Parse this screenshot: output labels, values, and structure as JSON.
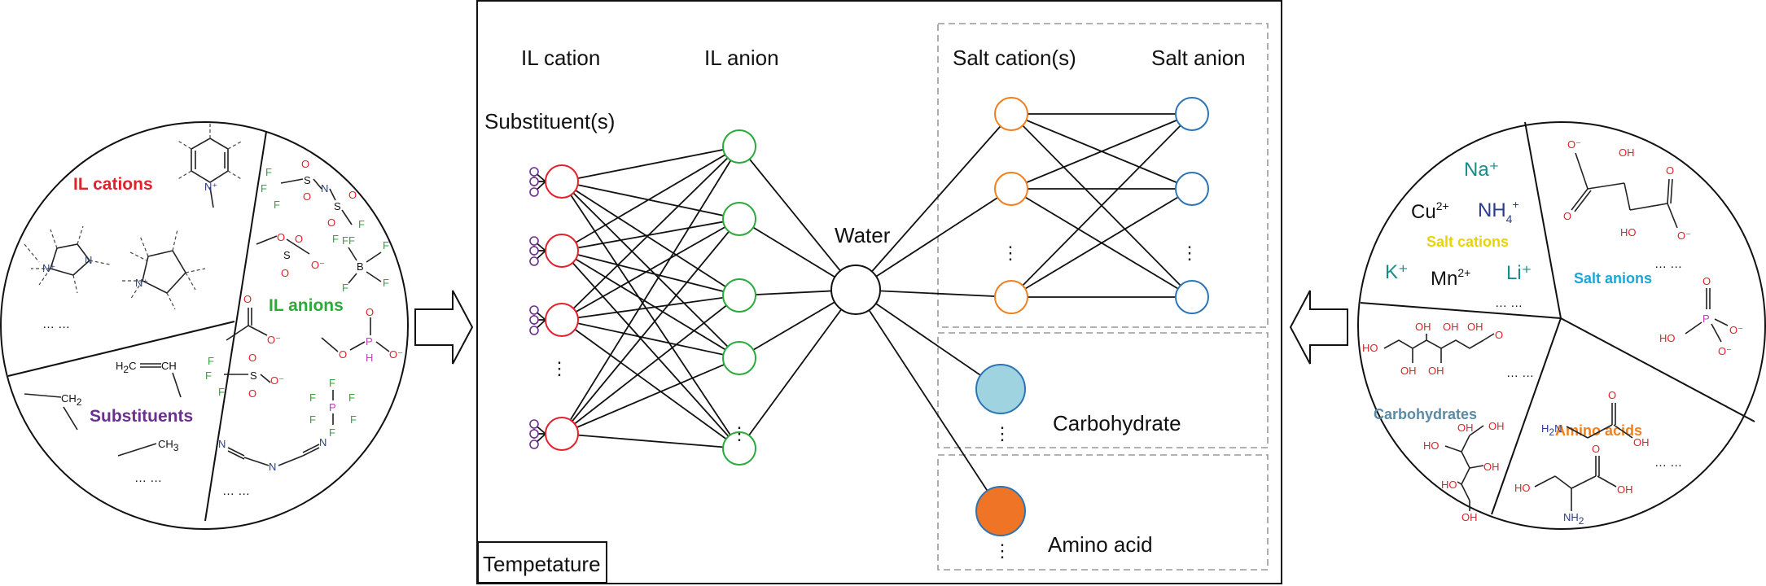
{
  "colors": {
    "red": "#e4202a",
    "green": "#2aaa3a",
    "purple": "#6b2f8e",
    "orange": "#f07f1e",
    "blue": "#2c74b5",
    "teal": "#1a8a8a",
    "navy": "#2a3c8e",
    "yellow": "#e8d400",
    "cyan": "#19a6d8",
    "steel": "#5b8aa3",
    "carb_fill": "#9fd3df",
    "amino_fill": "#ef7426",
    "magenta": "#c03cb8",
    "box_gray": "#999999"
  },
  "center": {
    "il_cation": "IL cation",
    "il_anion": "IL anion",
    "substituents": "Substituent(s)",
    "water": "Water",
    "salt_cations": "Salt cation(s)",
    "salt_anion": "Salt anion",
    "carbohydrate": "Carbohydrate",
    "amino_acid": "Amino acid",
    "temperature": "Tempetature",
    "vdots": "⋮"
  },
  "left_circle": {
    "il_cations": "IL cations",
    "il_anions": "IL anions",
    "substituents": "Substituents",
    "more": "… …",
    "n_plus": "N⁺",
    "n_label": "N",
    "ch2": "CH",
    "two": "2",
    "ch3": "CH",
    "three": "3",
    "h2c": "H",
    "h2c_c": "C",
    "ch": "CH",
    "o_minus": "O⁻",
    "o": "O",
    "s": "S",
    "f": "F",
    "b": "B",
    "p": "P",
    "h": "H",
    "n_cn": "N",
    "c": "C"
  },
  "right_circle": {
    "na": "Na⁺",
    "cu": "Cu",
    "cu_charge": "2+",
    "nh4": "NH",
    "nh4_sub": "4",
    "nh4_charge": "+",
    "salt_cations": "Salt cations",
    "k": "K⁺",
    "mn": "Mn",
    "mn_charge": "2+",
    "li": "Li⁺",
    "more": "… …",
    "salt_anions": "Salt anions",
    "carbohydrates": "Carbohydrates",
    "amino_acids": "Amino acids",
    "oh": "OH",
    "ho": "HO",
    "o": "O",
    "o_minus": "O⁻",
    "h2n": "H",
    "h2n_n": "N",
    "nh2": "NH",
    "two": "2",
    "p": "P"
  }
}
